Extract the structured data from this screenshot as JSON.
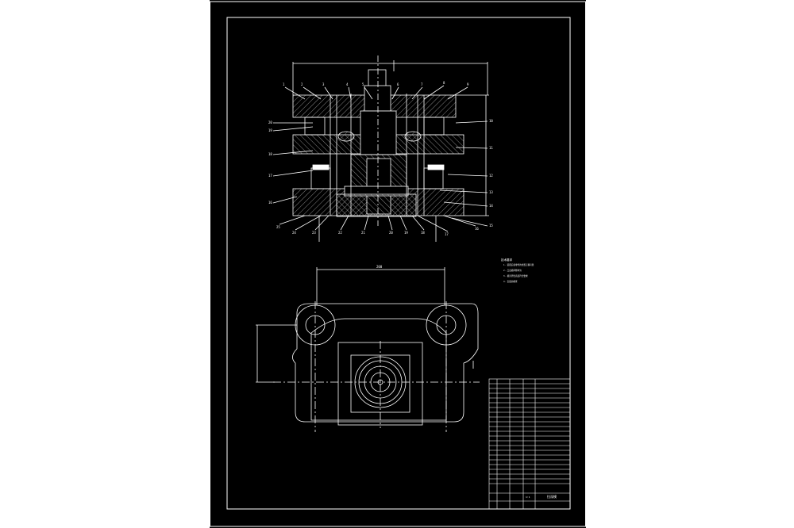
{
  "drawing": {
    "section_view_callouts_top": [
      "1",
      "2",
      "3",
      "4",
      "5",
      "6",
      "7",
      "8",
      "9"
    ],
    "section_view_callouts_left": [
      "20",
      "19",
      "18",
      "17",
      "16"
    ],
    "section_view_callouts_right": [
      "10",
      "11",
      "12",
      "13",
      "14",
      "15"
    ],
    "section_view_callouts_bottom": [
      "25",
      "24",
      "23",
      "22",
      "21",
      "20",
      "19",
      "18",
      "17",
      "16"
    ],
    "plan_view_dimension": "200",
    "technical_requirements": [
      "技术要求",
      "1. 装配后各零件的位置正确可靠",
      "2. 凸凹模间隙均匀",
      "3. 模具闭合高度符合要求",
      "4. 安装前检查"
    ],
    "title_block": {
      "name": "拉深模",
      "scale": "1:1"
    }
  },
  "colors": {
    "background": "#000000",
    "line": "#ffffff",
    "border_frame": "#ffffff"
  }
}
